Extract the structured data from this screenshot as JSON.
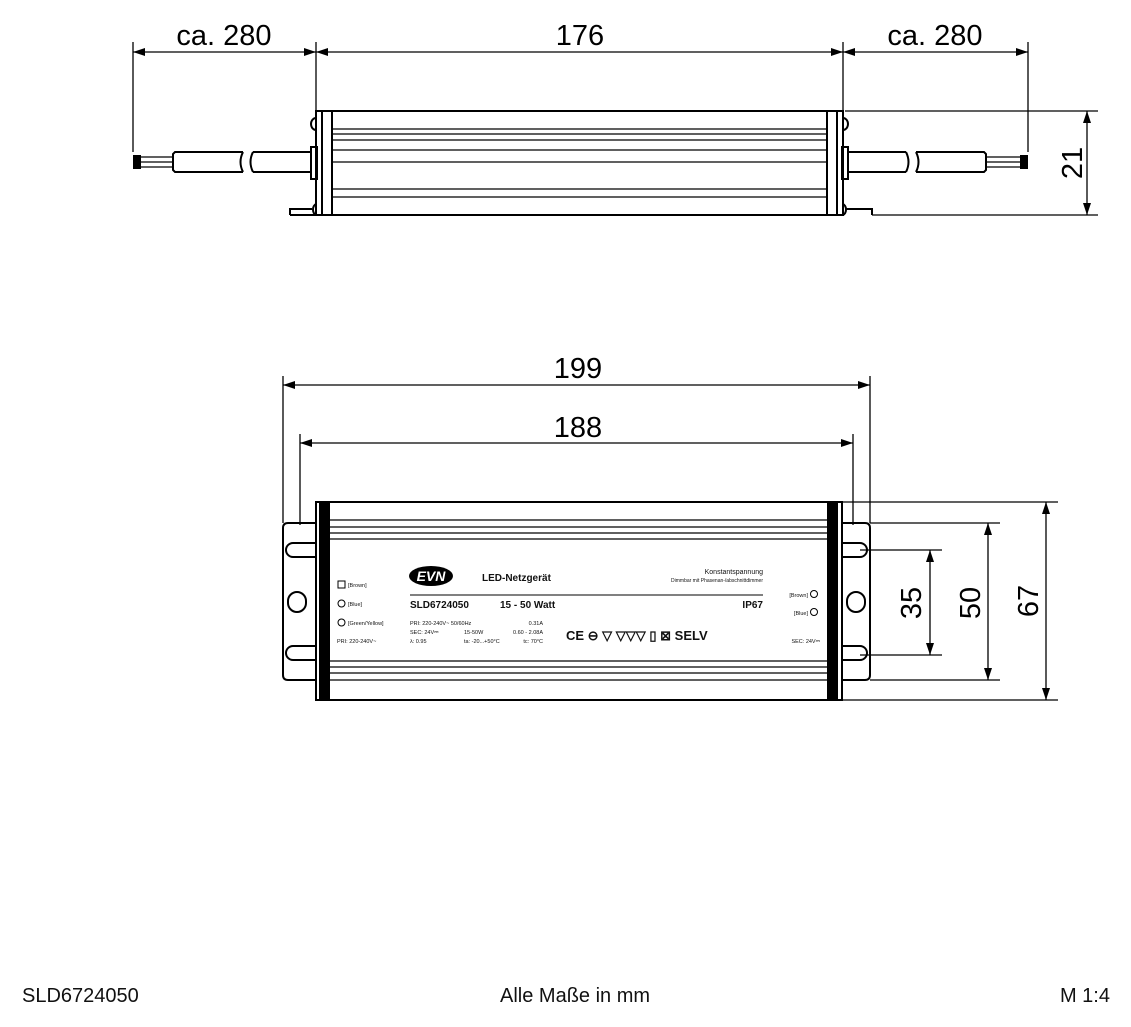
{
  "top_view": {
    "dim_left": "ca. 280",
    "dim_body": "176",
    "dim_right": "ca. 280",
    "dim_height": "21"
  },
  "front_view": {
    "dim_overall": "199",
    "dim_mounting": "188",
    "dim_slot_inner": "35",
    "dim_slot_outer": "50",
    "dim_height": "67",
    "label": {
      "brand": "EVN",
      "title": "LED-Netzgerät",
      "type": "Konstantspannung",
      "dimmer": "Dimmbar mit Phasenan-/abschnittdimmer",
      "model": "SLD6724050",
      "power": "15 - 50 Watt",
      "ip": "IP67",
      "pri": "PRI:  220-240V~ 50/60Hz",
      "pri_current": "0.31A",
      "sec": "SEC: 24V⎓",
      "sec_power": "15-50W",
      "sec_current": "0.60 - 2.08A",
      "lambda": "λ:    0.95",
      "ta": "ta: -20...+50°C",
      "tc": "tc: 70°C",
      "wire_l": "[Brown]",
      "wire_n": "[Blue]",
      "wire_pe": "[Green/Yellow]",
      "input": "PRI: 220-240V~",
      "out_plus": "[Brown]",
      "out_minus": "[Blue]",
      "output": "SEC: 24V⎓",
      "cert_marks": "CE ⊖ ▽ ▽▽▽ ▯ ⊠ SELV"
    }
  },
  "footer": {
    "article": "SLD6724050",
    "units_note": "Alle Maße in mm",
    "scale": "M 1:4"
  }
}
